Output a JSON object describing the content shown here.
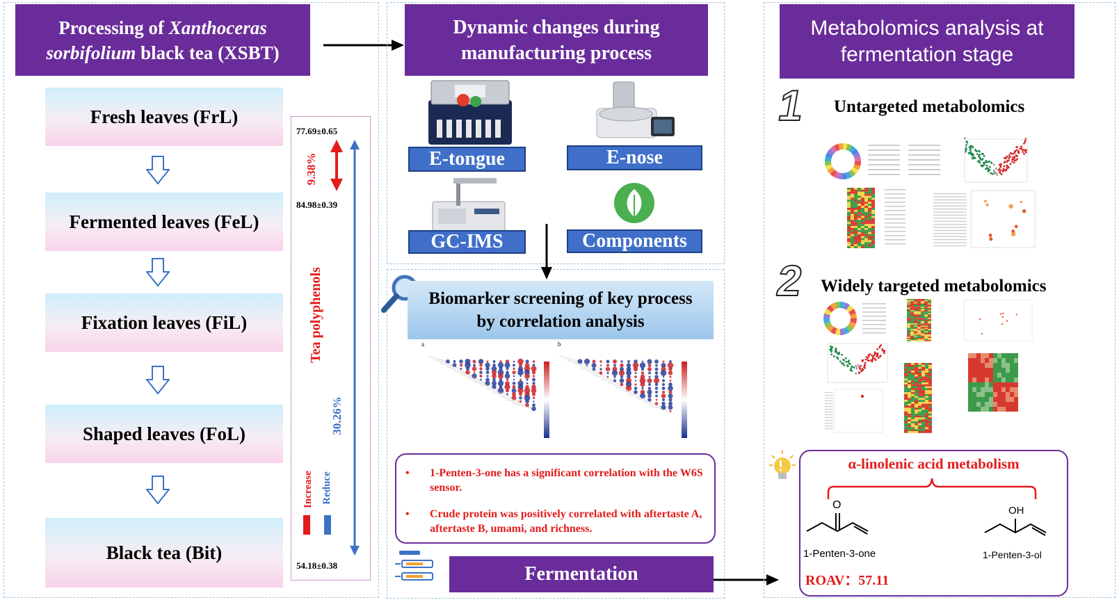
{
  "left": {
    "title_line1_a": "Processing of ",
    "title_line1_italic": "Xanthoceras",
    "title_line2_italic": "sorbifolium",
    "title_line2_b": " black tea (XSBT)",
    "steps": [
      "Fresh leaves (FrL)",
      "Fermented leaves (FeL)",
      "Fixation leaves (FiL)",
      "Shaped leaves (FoL)",
      "Black tea (Bit)"
    ],
    "value_top": "77.69±0.65",
    "value_mid": "84.98±0.39",
    "value_bottom": "54.18±0.38",
    "increase_pct": "9.38%",
    "reduce_pct": "30.26%",
    "vertical_label": "Tea polyphenols",
    "legend_increase": "Increase",
    "legend_reduce": "Reduce",
    "colors": {
      "increase": "#e31b1b",
      "reduce": "#3b72c4",
      "accent": "#6a2c9a"
    }
  },
  "middle": {
    "title_line1": "Dynamic changes during",
    "title_line2": "manufacturing process",
    "instruments": [
      "E-tongue",
      "E-nose",
      "GC-IMS",
      "Components"
    ],
    "screening_line1": "Biomarker screening of key process",
    "screening_line2": "by correlation analysis",
    "panel_a": "a",
    "panel_b": "b",
    "findings": [
      "1-Penten-3-one has a significant correlation with the W6S sensor.",
      "Crude protein was positively correlated with aftertaste A, aftertaste B, umami, and richness."
    ],
    "fermentation": "Fermentation"
  },
  "right": {
    "title_line1": "Metabolomics analysis at",
    "title_line2": "fermentation stage",
    "num1": "1",
    "section1": "Untargeted metabolomics",
    "num2": "2",
    "section2": "Widely targeted metabolomics",
    "pathway": "α-linolenic acid metabolism",
    "compound1": "1-Penten-3-one",
    "compound2": "1-Penten-3-ol",
    "atom_o": "O",
    "atom_oh": "OH",
    "roav": "ROAV：57.11"
  }
}
